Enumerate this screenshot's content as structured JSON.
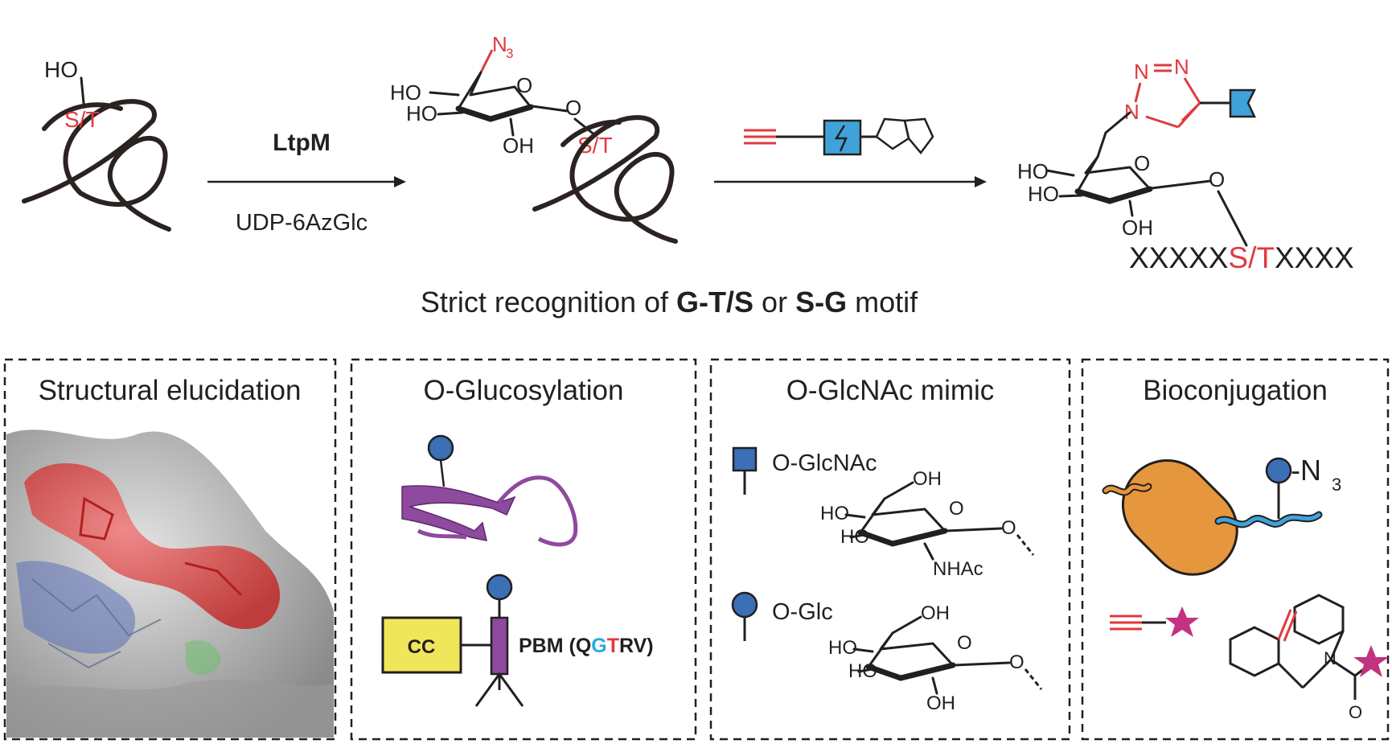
{
  "scheme": {
    "step1_enzyme": "LtpM",
    "step1_substrate": "UDP-6AzGlc",
    "label_HO": "HO",
    "label_ST": "S/T",
    "label_N3_prefix": "N",
    "label_N3_sub": "3",
    "label_OH": "OH",
    "label_O": "O",
    "label_N": "N",
    "product_seq_left": "XXXXX",
    "product_seq_mid": "S/T",
    "product_seq_right": "XXXX",
    "caption_pre": "Strict recognition of ",
    "caption_bold1": "G-T/S",
    "caption_mid": " or ",
    "caption_bold2": "S-G",
    "caption_post": " motif"
  },
  "panels": [
    {
      "title": "Structural elucidation"
    },
    {
      "title": "O-Glucosylation",
      "cc_label": "CC",
      "pbm_pre": "PBM (",
      "pbm_q": "Q",
      "pbm_g": "G",
      "pbm_t": "T",
      "pbm_rv": "RV",
      "pbm_post": ")"
    },
    {
      "title": "O-GlcNAc mimic",
      "legend1": "O-GlcNAc",
      "legend2": "O-Glc",
      "nhac": "NHAc"
    },
    {
      "title": "Bioconjugation",
      "n3_prefix": "-N",
      "n3_sub": "3"
    }
  ],
  "colors": {
    "red": "#e03a3e",
    "blue": "#3b6fb6",
    "cyan": "#27a9e1",
    "purple": "#8e4a9e",
    "orange": "#e6963c",
    "yellow": "#f0e65a",
    "magenta": "#c2327f"
  }
}
